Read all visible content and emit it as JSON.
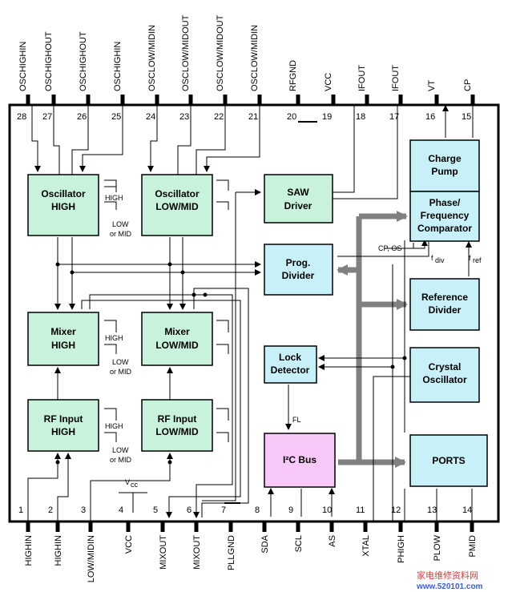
{
  "diagram": {
    "top_pins": [
      {
        "num": "28",
        "name": "OSCHIGHIN"
      },
      {
        "num": "27",
        "name": "OSCHIGHOUT"
      },
      {
        "num": "26",
        "name": "OSCHIGHOUT"
      },
      {
        "num": "25",
        "name": "OSCHIGHIN"
      },
      {
        "num": "24",
        "name": "OSCLOW/MIDIN"
      },
      {
        "num": "23",
        "name": "OSCLOW/MIDOUT"
      },
      {
        "num": "22",
        "name": "OSCLOW/MIDOUT"
      },
      {
        "num": "21",
        "name": "OSCLOW/MIDIN"
      },
      {
        "num": "20",
        "name": "RFGND"
      },
      {
        "num": "19",
        "name": "VCC"
      },
      {
        "num": "18",
        "name": "IFOUT"
      },
      {
        "num": "17",
        "name": "IFOUT"
      },
      {
        "num": "16",
        "name": "VT"
      },
      {
        "num": "15",
        "name": "CP"
      }
    ],
    "bottom_pins": [
      {
        "num": "1",
        "name": "HIGHIN"
      },
      {
        "num": "2",
        "name": "HIGHIN"
      },
      {
        "num": "3",
        "name": "LOW/MIDIN"
      },
      {
        "num": "4",
        "name": "VCC"
      },
      {
        "num": "5",
        "name": "MIXOUT"
      },
      {
        "num": "6",
        "name": "MIXOUT"
      },
      {
        "num": "7",
        "name": "PLLGND"
      },
      {
        "num": "8",
        "name": "SDA"
      },
      {
        "num": "9",
        "name": "SCL"
      },
      {
        "num": "10",
        "name": "AS"
      },
      {
        "num": "11",
        "name": "XTAL"
      },
      {
        "num": "12",
        "name": "PHIGH"
      },
      {
        "num": "13",
        "name": "PLOW"
      },
      {
        "num": "14",
        "name": "PMID"
      }
    ],
    "blocks": {
      "osc_high": [
        "Oscillator",
        "HIGH"
      ],
      "osc_low": [
        "Oscillator",
        "LOW/MID"
      ],
      "saw": [
        "SAW",
        "Driver"
      ],
      "charge_pump": [
        "Charge",
        "Pump"
      ],
      "phase": [
        "Phase/",
        "Frequency",
        "Comparator"
      ],
      "prog": [
        "Prog.",
        "Divider"
      ],
      "ref": [
        "Reference",
        "Divider"
      ],
      "mix_high": [
        "Mixer",
        "HIGH"
      ],
      "mix_low": [
        "Mixer",
        "LOW/MID"
      ],
      "lock": [
        "Lock",
        "Detector"
      ],
      "crystal": [
        "Crystal",
        "Oscillator"
      ],
      "rf_high": [
        "RF Input",
        "HIGH"
      ],
      "rf_low": [
        "RF Input",
        "LOW/MID"
      ],
      "i2c": "I²C Bus",
      "ports": "PORTS"
    },
    "labels": {
      "high": "HIGH",
      "low": "LOW",
      "or_mid": "or MID",
      "cp_os": "CP, OS",
      "fdiv": "f",
      "fdiv_sub": "div",
      "fref": "f",
      "fref_sub": "ref",
      "fl": "FL",
      "vcc": "V",
      "vcc_sub": "cc"
    },
    "watermark": [
      "家电维修资料网",
      "www.520101.com"
    ],
    "colors": {
      "block_fill": "#c8f2dc",
      "block_fill_blue": "#c8f0f8",
      "i2c_fill": "#f8c8f8",
      "bus_gray": "#808080"
    }
  }
}
